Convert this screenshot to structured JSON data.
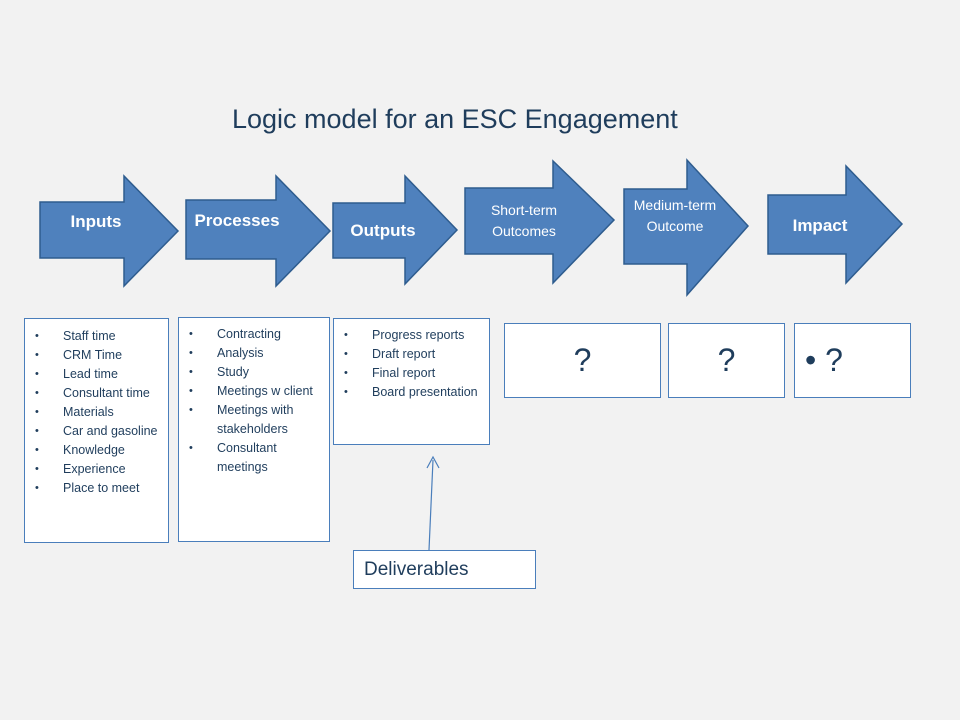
{
  "title": "Logic model for an ESC Engagement",
  "colors": {
    "arrow_fill": "#4f81bd",
    "arrow_stroke": "#2e5c8e",
    "text": "#1f3d5c",
    "box_border": "#4a7ebb"
  },
  "arrows": {
    "inputs": "Inputs",
    "processes": "Processes",
    "outputs": "Outputs",
    "short_term": "Short-term Outcomes",
    "medium_term": "Medium-term Outcome",
    "impact": "Impact"
  },
  "inputs_list": [
    "Staff time",
    "CRM Time",
    "Lead time",
    "Consultant time",
    "Materials",
    "Car and gasoline",
    "Knowledge",
    "Experience",
    "Place to meet"
  ],
  "processes_list": [
    "Contracting",
    "Analysis",
    "Study",
    "Meetings w client",
    "Meetings with stakeholders",
    "Consultant meetings"
  ],
  "outputs_list": [
    "Progress reports",
    "Draft report",
    "Final report",
    "Board presentation"
  ],
  "outcomes": {
    "short": "?",
    "medium": "?",
    "impact": "• ?"
  },
  "deliverables": "Deliverables"
}
